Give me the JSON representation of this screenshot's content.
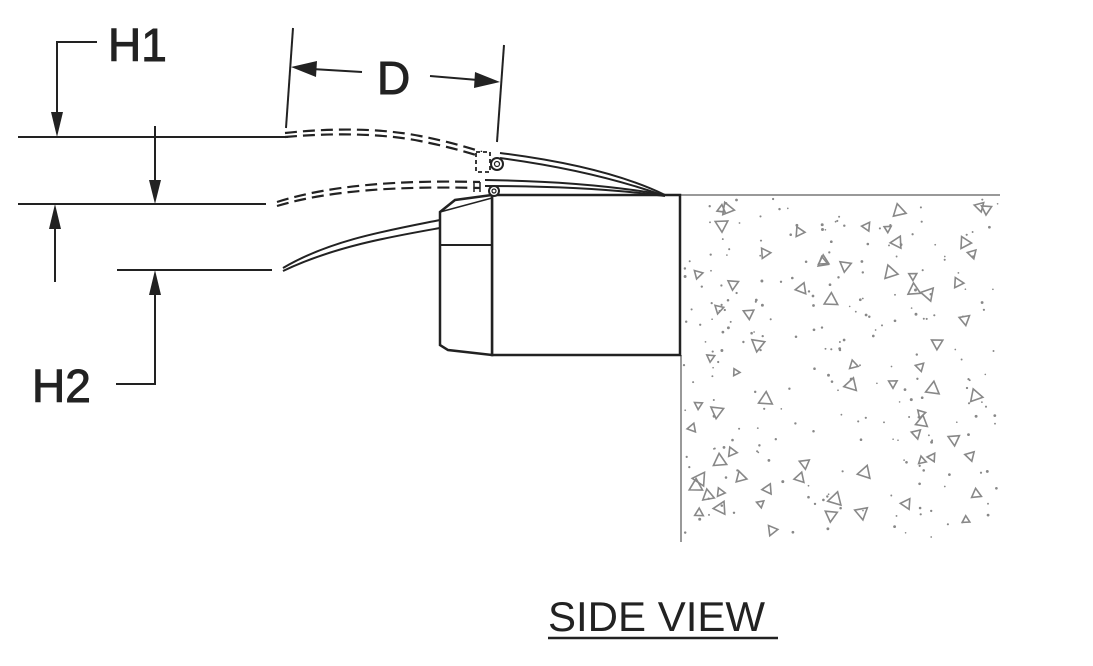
{
  "labels": {
    "h1": "H1",
    "h2": "H2",
    "d": "D",
    "caption": "SIDE VIEW"
  },
  "colors": {
    "line": "#222222",
    "ground": "#999999",
    "aggregate": "#888888"
  }
}
